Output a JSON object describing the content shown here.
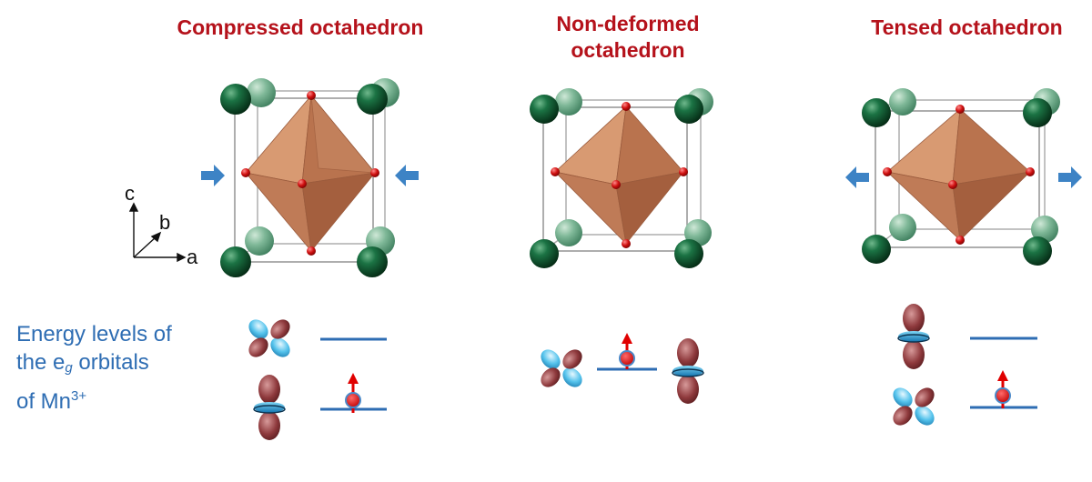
{
  "titles": {
    "compressed": "Compressed octahedron",
    "nondeformed_line1": "Non-deformed",
    "nondeformed_line2": "octahedron",
    "tensed": "Tensed octahedron"
  },
  "axes": {
    "c": "c",
    "b": "b",
    "a": "a"
  },
  "energy_text": {
    "line1": "Energy levels of",
    "line2_pre": "the e",
    "line2_sub": "g",
    "line2_post": " orbitals",
    "line3_pre": "of Mn",
    "line3_sup": "3+"
  },
  "colors": {
    "title": "#b5121b",
    "text_blue": "#2e6db3",
    "level_line": "#2e6db3",
    "octahedron": "#c98a64",
    "corner_atom": "#0f5a34",
    "oxygen": "#d01010",
    "arrow_blue": "#3d83c5",
    "spin_arrow": "#e00000"
  }
}
